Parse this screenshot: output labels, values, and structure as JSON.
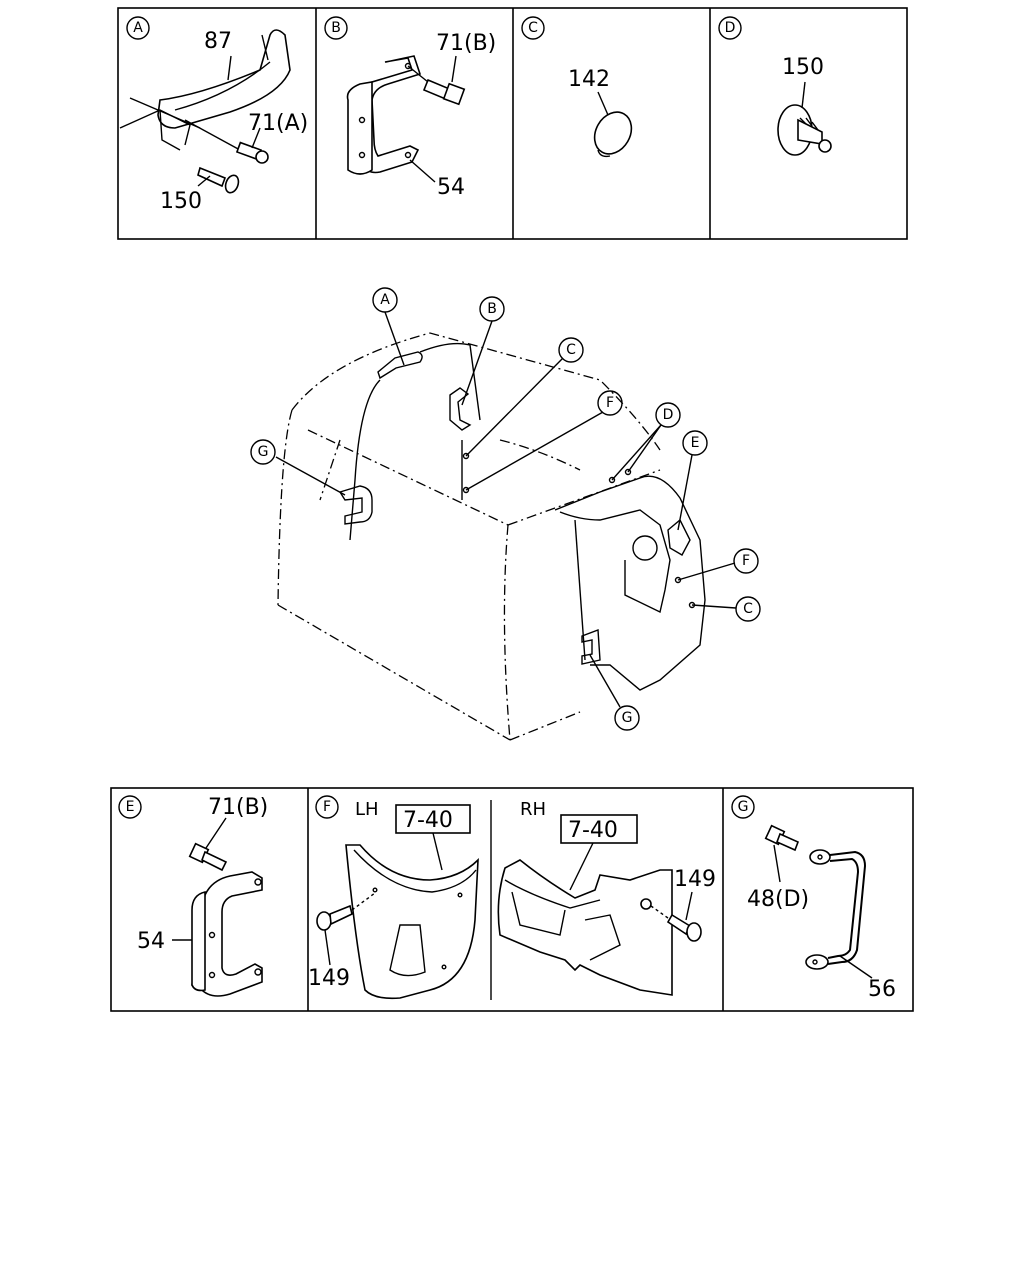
{
  "top_panels": [
    {
      "letter": "A",
      "labels": [
        "87",
        "71(A)",
        "150"
      ]
    },
    {
      "letter": "B",
      "labels": [
        "71(B)",
        "54"
      ]
    },
    {
      "letter": "C",
      "labels": [
        "142"
      ]
    },
    {
      "letter": "D",
      "labels": [
        "150"
      ]
    }
  ],
  "main_callouts": [
    "A",
    "B",
    "C",
    "F",
    "D",
    "E",
    "G",
    "F",
    "C",
    "G"
  ],
  "bottom_panels": {
    "E": {
      "letter": "E",
      "labels": [
        "71(B)",
        "54"
      ]
    },
    "F": {
      "letter": "F",
      "lh": "LH",
      "rh": "RH",
      "ref_lh": "7-40",
      "ref_rh": "7-40",
      "screw_lh": "149",
      "screw_rh": "149"
    },
    "G": {
      "letter": "G",
      "labels": [
        "48(D)",
        "56"
      ]
    }
  }
}
